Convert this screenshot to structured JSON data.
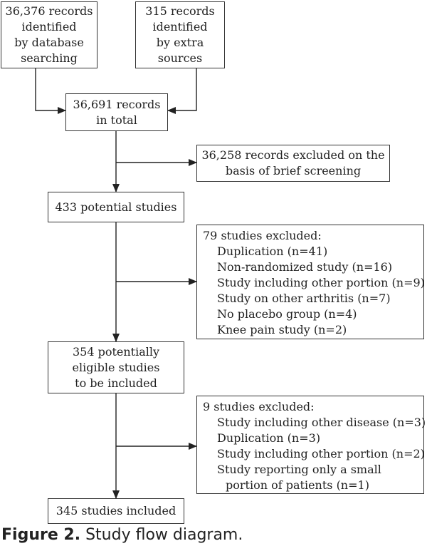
{
  "boxes": {
    "db_search": [
      "36,376 records",
      "identified",
      "by database",
      "searching"
    ],
    "extra_sources": [
      "315 records",
      "identified",
      "by extra",
      "sources"
    ],
    "total": [
      "36,691 records",
      "in total"
    ],
    "excluded_screening": [
      "36,258 records excluded on the",
      "basis of brief screening"
    ],
    "potential": [
      "433 potential studies"
    ],
    "excluded_79": {
      "title": "79 studies excluded:",
      "items": [
        "Duplication (n=41)",
        "Non-randomized study (n=16)",
        "Study including other portion (n=9)",
        "Study on other arthritis (n=7)",
        "No placebo group (n=4)",
        "Knee pain study (n=2)"
      ]
    },
    "eligible": [
      "354 potentially",
      "eligible studies",
      "to be included"
    ],
    "excluded_9": {
      "title": "9 studies excluded:",
      "items": [
        "Study including other disease (n=3)",
        "Duplication (n=3)",
        "Study including other portion (n=2)",
        "Study reporting only a small"
      ],
      "continuation": "portion of patients (n=1)"
    },
    "included": [
      "345 studies included"
    ]
  },
  "caption": {
    "label": "Figure 2.",
    "text": " Study flow diagram."
  }
}
